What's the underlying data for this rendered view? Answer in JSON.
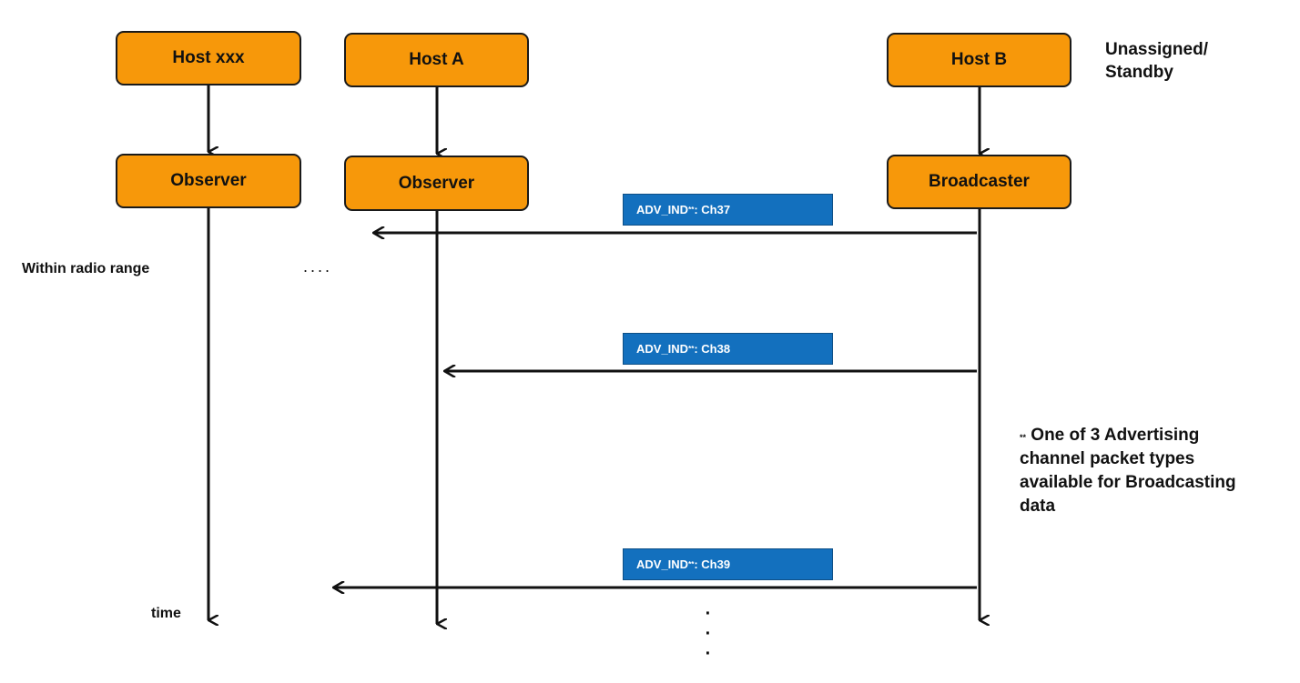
{
  "hosts": {
    "xxx": "Host xxx",
    "a": "Host A",
    "b": "Host B"
  },
  "roles": {
    "observer_1": "Observer",
    "observer_2": "Observer",
    "broadcaster": "Broadcaster"
  },
  "messages": [
    {
      "text": "ADV_IND",
      "mark": "**",
      "channel": ": Ch37"
    },
    {
      "text": "ADV_IND",
      "mark": "**",
      "channel": ": Ch38"
    },
    {
      "text": "ADV_IND",
      "mark": "**",
      "channel": ": Ch39"
    }
  ],
  "annotations": {
    "unassigned_line1": "Unassigned/",
    "unassigned_line2": "Standby",
    "within_radio_range": "Within radio range",
    "time": "time",
    "ellipsis_horizontal": "....",
    "ellipsis_vertical": [
      "·",
      "·",
      "·"
    ],
    "footnote_mark": "**",
    "footnote_lines": [
      " One of 3 Advertising",
      "channel packet types",
      "available for Broadcasting",
      "data"
    ]
  },
  "colors": {
    "box_fill": "#f7980a",
    "label_fill": "#1370be",
    "line": "#111111"
  }
}
